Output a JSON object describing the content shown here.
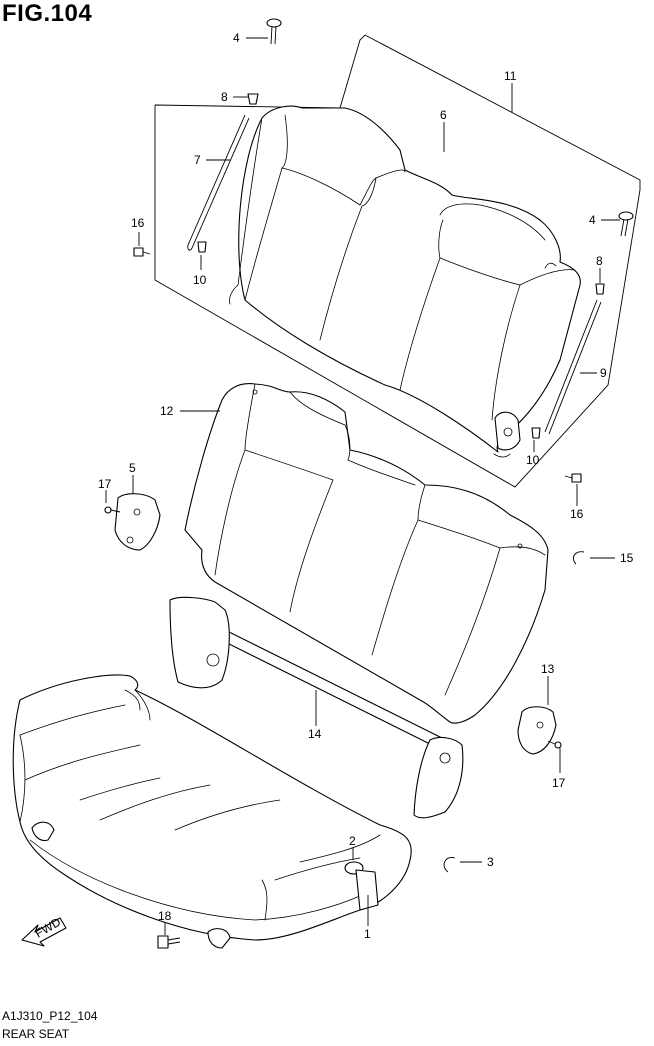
{
  "figure": {
    "title": "FIG.104"
  },
  "footer": {
    "code": "A1J310_P12_104",
    "name": "REAR SEAT"
  },
  "callouts": {
    "c1": "1",
    "c2": "2",
    "c3": "3",
    "c4a": "4",
    "c4b": "4",
    "c5": "5",
    "c6": "6",
    "c7": "7",
    "c8a": "8",
    "c8b": "8",
    "c9": "9",
    "c10a": "10",
    "c10b": "10",
    "c11": "11",
    "c12": "12",
    "c13": "13",
    "c14": "14",
    "c15": "15",
    "c16a": "16",
    "c16b": "16",
    "c17a": "17",
    "c17b": "17",
    "c18": "18"
  },
  "fwd_arrow": {
    "label": "FWD"
  }
}
